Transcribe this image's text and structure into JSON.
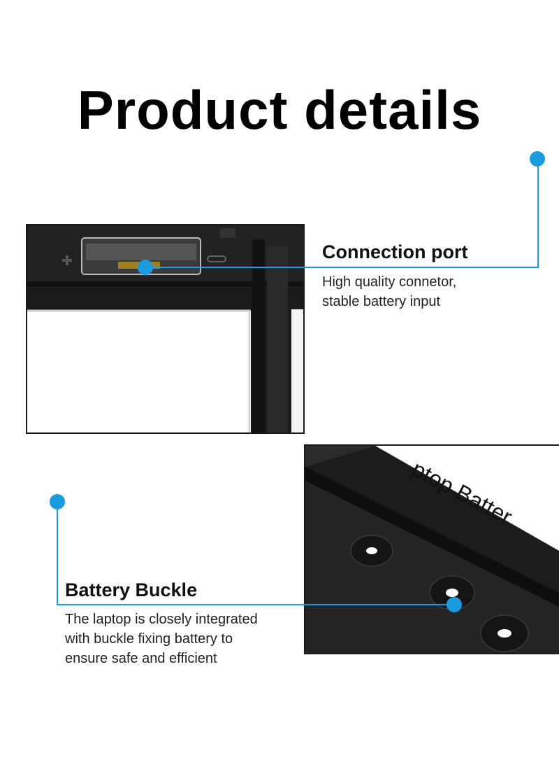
{
  "page": {
    "title": "Product details"
  },
  "features": [
    {
      "label": "Connection port",
      "description": [
        "High quality connetor,",
        "stable battery input"
      ]
    },
    {
      "label": "Battery Buckle",
      "description": [
        "The laptop is closely integrated",
        "with buckle fixing battery to",
        "ensure safe and efficient"
      ]
    }
  ],
  "photo2": {
    "sticker_text": "ptop Batter"
  },
  "colors": {
    "accent": "#1a9be0",
    "frame": "#1c1c1c",
    "background": "#ffffff"
  }
}
